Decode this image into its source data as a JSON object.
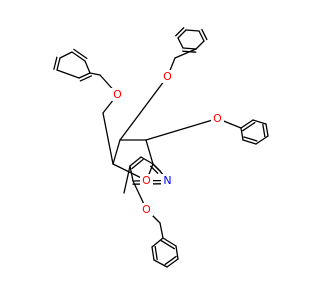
{
  "molecule": {
    "colors": {
      "bond": "#000000",
      "oxygen": "#ff0000",
      "nitrogen": "#0000ff",
      "background": "#ffffff"
    },
    "atoms": [
      {
        "id": "O_ring",
        "label": "O"
      },
      {
        "id": "O_ch2",
        "label": "O"
      },
      {
        "id": "O_top",
        "label": "O"
      },
      {
        "id": "O_right",
        "label": "O"
      },
      {
        "id": "N_pyr",
        "label": "N"
      },
      {
        "id": "O_pyr",
        "label": "O"
      }
    ]
  }
}
